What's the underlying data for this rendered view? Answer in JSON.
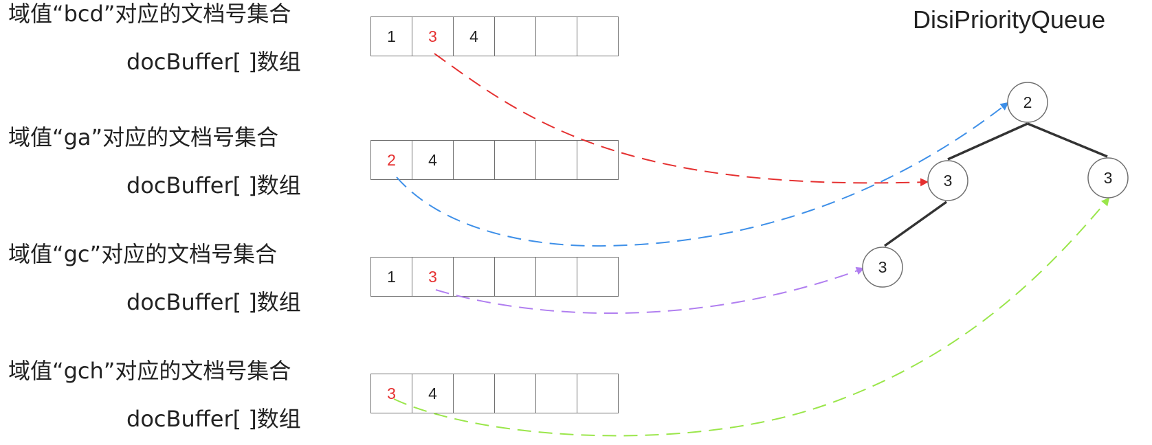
{
  "title": "DisiPriorityQueue",
  "groups": [
    {
      "heading": "域值“bcd”对应的文档号集合",
      "sublabel": "docBuffer[ ]数组",
      "cells": [
        "1",
        "3",
        "4",
        "",
        "",
        ""
      ],
      "highlight_index": 1
    },
    {
      "heading": "域值“ga”对应的文档号集合",
      "sublabel": "docBuffer[ ]数组",
      "cells": [
        "2",
        "4",
        "",
        "",
        "",
        ""
      ],
      "highlight_index": 0
    },
    {
      "heading": "域值“gc”对应的文档号集合",
      "sublabel": "docBuffer[ ]数组",
      "cells": [
        "1",
        "3",
        "",
        "",
        "",
        ""
      ],
      "highlight_index": 1
    },
    {
      "heading": "域值“gch”对应的文档号集合",
      "sublabel": "docBuffer[ ]数组",
      "cells": [
        "3",
        "4",
        "",
        "",
        "",
        ""
      ],
      "highlight_index": 0
    }
  ],
  "heap": {
    "nodes": [
      {
        "id": "root",
        "value": "2"
      },
      {
        "id": "left",
        "value": "3"
      },
      {
        "id": "right",
        "value": "3"
      },
      {
        "id": "left-left",
        "value": "3"
      }
    ],
    "edges": [
      [
        "root",
        "left"
      ],
      [
        "root",
        "right"
      ],
      [
        "left",
        "left-left"
      ]
    ]
  },
  "arrows": [
    {
      "from_group": 0,
      "to_node": "left",
      "color": "#e53030"
    },
    {
      "from_group": 1,
      "to_node": "root",
      "color": "#3d8fe8"
    },
    {
      "from_group": 2,
      "to_node": "left-left",
      "color": "#b07ef0"
    },
    {
      "from_group": 3,
      "to_node": "right",
      "color": "#9ae64a"
    }
  ],
  "colors": {
    "highlight_text": "#e53030",
    "cell_border": "#707070",
    "edge": "#333333"
  }
}
